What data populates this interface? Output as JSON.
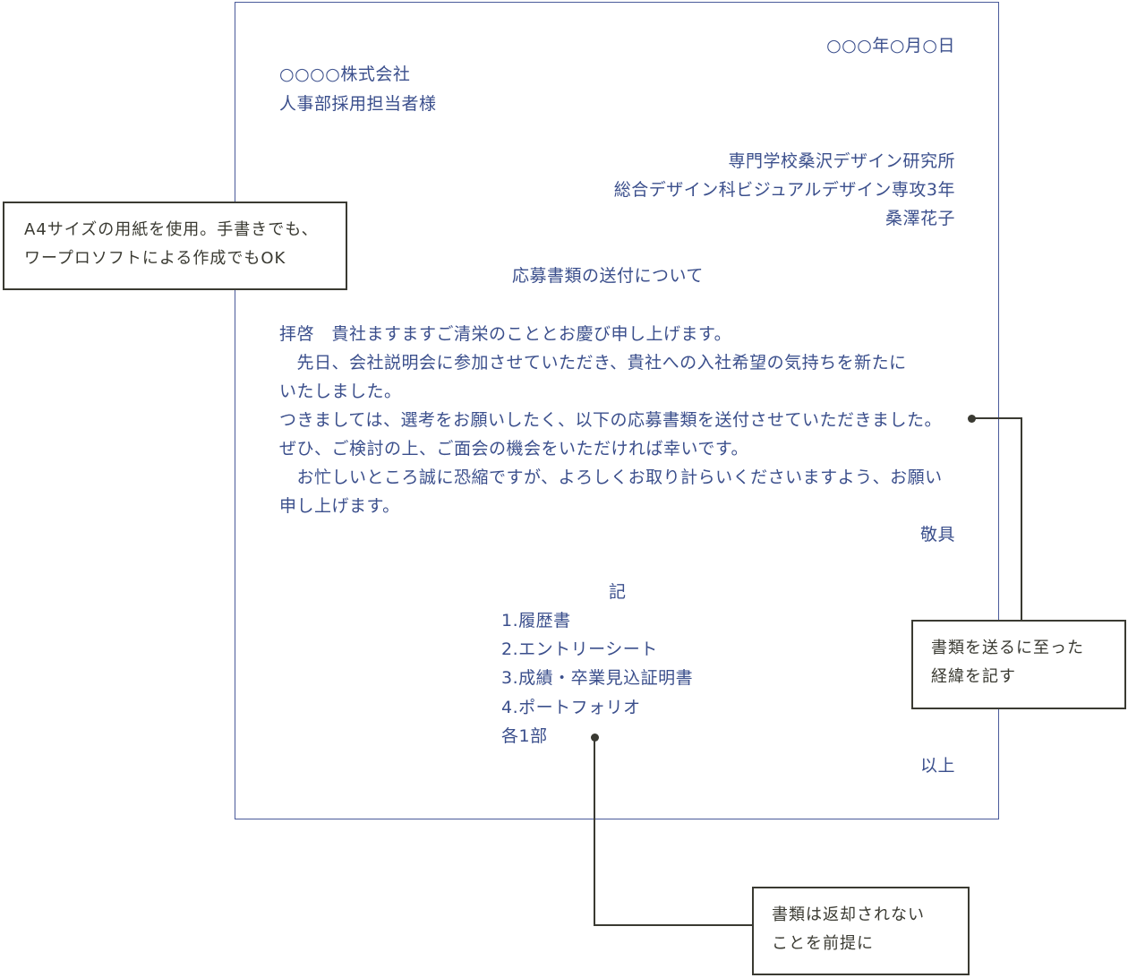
{
  "letter": {
    "date": "○○○年○月○日",
    "recipient_company": "○○○○株式会社",
    "recipient_person": "人事部採用担当者様",
    "sender_school": "専門学校桑沢デザイン研究所",
    "sender_department": "総合デザイン科ビジュアルデザイン専攻3年",
    "sender_name": "桑澤花子",
    "subject": "応募書類の送付について",
    "body": [
      "拝啓　貴社ますますご清栄のこととお慶び申し上げます。",
      "　先日、会社説明会に参加させていただき、貴社への入社希望の気持ちを新たに",
      "いたしました。",
      "つきましては、選考をお願いしたく、以下の応募書類を送付させていただきました。",
      "ぜひ、ご検討の上、ご面会の機会をいただければ幸いです。",
      "　お忙しいところ誠に恐縮ですが、よろしくお取り計らいくださいますよう、お願い",
      "申し上げます。"
    ],
    "closing": "敬具",
    "ki": "記",
    "enclosures": [
      "1.履歴書",
      "2.エントリーシート",
      "3.成績・卒業見込証明書",
      "4.ポートフォリオ"
    ],
    "copies": "各1部",
    "end": "以上"
  },
  "callouts": {
    "paper": [
      "A4サイズの用紙を使用。手書きでも、",
      "ワープロソフトによる作成でもOK"
    ],
    "reason": [
      "書類を送るに至った",
      "経緯を記す"
    ],
    "not_returned": [
      "書類は返却されない",
      "ことを前提に"
    ]
  }
}
